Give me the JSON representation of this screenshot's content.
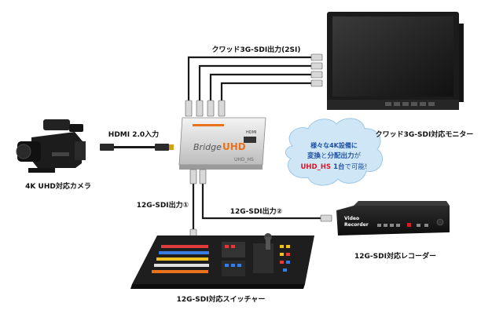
{
  "labels": {
    "quad_output": "クワッド3G-SDI出力(2SI)",
    "hdmi_input": "HDMI 2.0入力",
    "sdi_out_1": "12G-SDI出力①",
    "sdi_out_2": "12G-SDI出力②",
    "monitor": "クワッド3G-SDI対応モニター",
    "camera": "4K UHD対応カメラ",
    "recorder": "12G-SDI対応レコーダー",
    "switcher": "12G-SDI対応スイッチャー"
  },
  "cloud": {
    "line1": "様々な4K設備に",
    "line2a": "変換",
    "line2b": "と",
    "line2c": "分配出力",
    "line2d": "が",
    "line3a": "UHD_HS",
    "line3b": "1",
    "line3c": "台",
    "line3d": "で可能!"
  },
  "device": {
    "brand": "Bridge",
    "brand_suffix": "UHD",
    "model": "UHD_HS",
    "side_label": "HDMI"
  },
  "recorder_panel": {
    "line1": "Video",
    "line2": "Recorder"
  },
  "colors": {
    "cable": "#1a1a1a",
    "accent_orange": "#e8731c",
    "cloud_fill": "#cfe6f7",
    "cloud_text_blue": "#1d4fa0",
    "cloud_text_red": "#e0162b"
  }
}
